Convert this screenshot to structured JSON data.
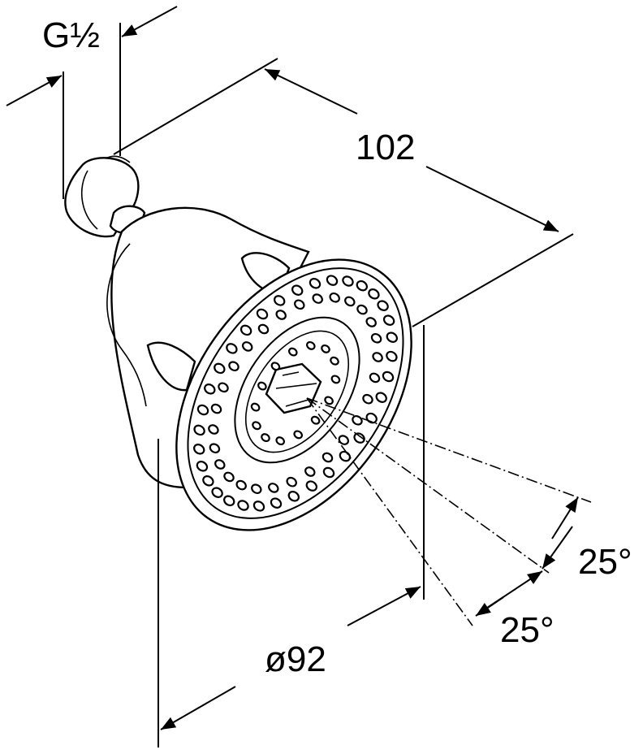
{
  "drawing": {
    "subject": "shower head",
    "colors": {
      "line": "#000000",
      "background": "#ffffff"
    }
  },
  "dimensions": {
    "thread": "G½",
    "length": "102",
    "diameter": "ø92",
    "angle_upper": "25°",
    "angle_lower": "25°"
  }
}
